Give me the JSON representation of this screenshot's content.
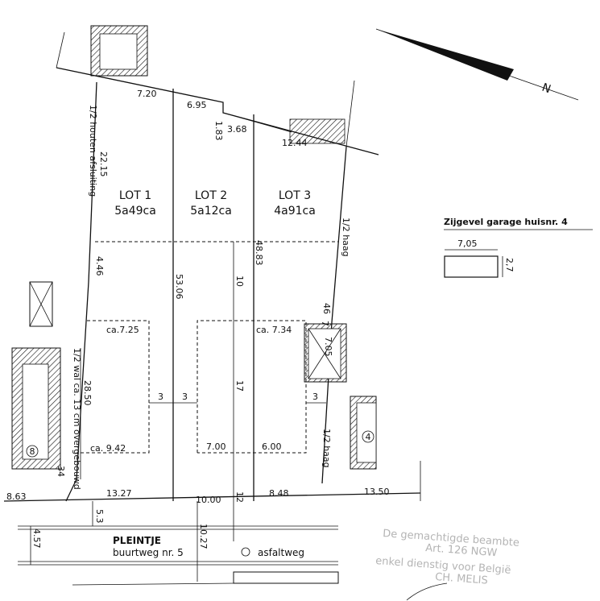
{
  "lots": [
    {
      "name": "LOT 1",
      "area": "5a49ca"
    },
    {
      "name": "LOT 2",
      "area": "5a12ca"
    },
    {
      "name": "LOT 3",
      "area": "4a91ca"
    }
  ],
  "garage": {
    "title": "Zijgevel garage huisnr. 4",
    "width": "7,05",
    "height": "2,7"
  },
  "road": {
    "name": "PLEINTJE",
    "subtitle": "buurtweg nr. 5",
    "surface": "asfaltweg"
  },
  "house_numbers": {
    "left": "8",
    "right": "4"
  },
  "dimensions": {
    "top_720": "7.20",
    "top_695": "6.95",
    "top_183": "1.83",
    "top_368": "3.68",
    "top_1244": "12.44",
    "left_2215": "22.15",
    "left_446": "4.46",
    "left_2850": "28.50",
    "left_34": "34",
    "mid_5306": "53.06",
    "mid_4883": "48.83",
    "mid_10": "10",
    "mid_17": "17",
    "mid_12": "12",
    "b_ca725": "ca.7.25",
    "b_ca734": "ca. 7.34",
    "b_ca942": "ca. 9.42",
    "b_700": "7.00",
    "b_600": "6.00",
    "b_3a": "3",
    "b_3b": "3",
    "b_3c": "3",
    "r_46": "46",
    "r_705": "7.05",
    "r_7": "7",
    "bot_863": "8.63",
    "bot_1327": "13.27",
    "bot_1000": "10.00",
    "bot_848": "8.48",
    "bot_1350": "13.50",
    "road_53": "5.3",
    "road_457": "4.57",
    "road_1027": "10.27"
  },
  "boundary_labels": {
    "left_fence": "1/2 houten afsluiting",
    "left_wall": "1/2 wal ca. 13 cm overgebouwd",
    "right_top": "1/2 haag",
    "right_bottom": "1/2 haag"
  },
  "north_label": "N",
  "stamp": {
    "line1": "De gemachtigde beambte",
    "line2": "Art. 126 NGW",
    "line3": "enkel dienstig voor België",
    "line4": "CH. MELIS"
  }
}
